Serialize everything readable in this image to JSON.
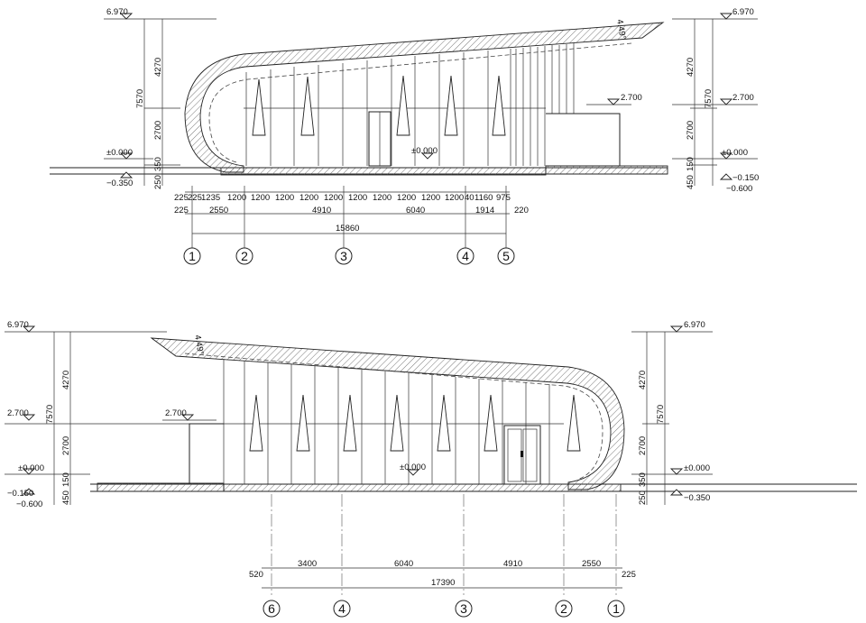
{
  "top_elevation": {
    "levels_left": [
      "6.970",
      "±0.000",
      "−0.350"
    ],
    "levels_right": [
      "6.970",
      "2.700",
      "±0.000",
      "−0.150",
      "−0.600"
    ],
    "level_mid": "2.700",
    "level_floor": "±0.000",
    "dims_left": [
      "4270",
      "2700",
      "350",
      "250",
      "7570"
    ],
    "dims_right": [
      "4270",
      "2700",
      "150",
      "450",
      "7570"
    ],
    "dim_row1": [
      "225",
      "225",
      "1235",
      "1200",
      "1200",
      "1200",
      "1200",
      "1200",
      "1200",
      "1200",
      "1200",
      "1200",
      "1200",
      "40",
      "1160",
      "975"
    ],
    "dim_row2": [
      "225",
      "2550",
      "4910",
      "6040",
      "1914",
      "220"
    ],
    "total": "15860",
    "axes": [
      "1",
      "2",
      "3",
      "4",
      "5"
    ],
    "slope_note": "4.49°"
  },
  "bottom_elevation": {
    "levels_left": [
      "6.970",
      "2.700",
      "±0.000",
      "−0.150",
      "−0.600"
    ],
    "levels_right": [
      "6.970",
      "±0.000",
      "−0.350"
    ],
    "level_mid": "2.700",
    "level_floor": "±0.000",
    "dims_left": [
      "4270",
      "2700",
      "150",
      "450",
      "7570"
    ],
    "dims_right": [
      "4270",
      "2700",
      "350",
      "250",
      "7570"
    ],
    "dim_row": [
      "520",
      "3400",
      "6040",
      "4910",
      "2550",
      "225"
    ],
    "total": "17390",
    "axes": [
      "6",
      "4",
      "3",
      "2",
      "1"
    ],
    "slope_note": "4.49°"
  }
}
